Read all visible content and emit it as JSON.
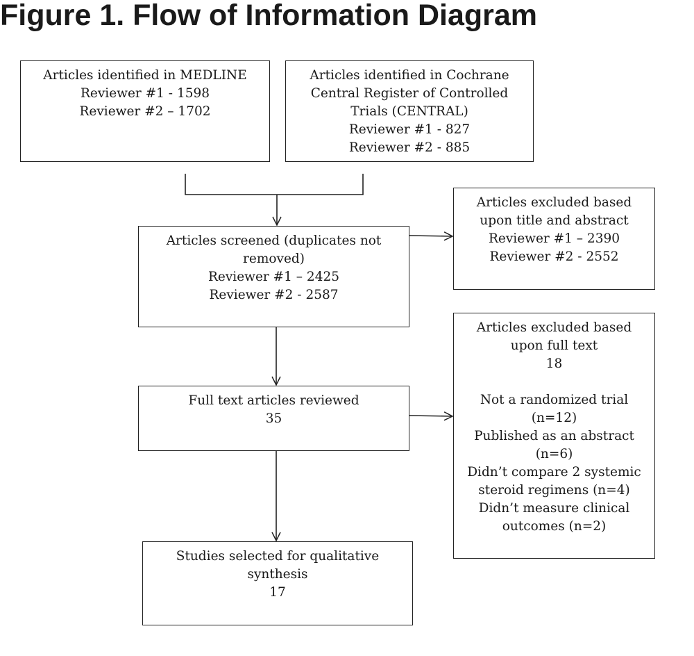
{
  "figure_title": "Figure 1. Flow of Information Diagram",
  "boxes": {
    "medline": {
      "lines": [
        "Articles identified in MEDLINE",
        "Reviewer #1 - 1598",
        "Reviewer #2 – 1702"
      ]
    },
    "central": {
      "lines": [
        "Articles identified in Cochrane",
        "Central Register of Controlled",
        "Trials (CENTRAL)",
        "Reviewer #1 - 827",
        "Reviewer #2 - 885"
      ]
    },
    "screened": {
      "lines": [
        "Articles screened (duplicates not",
        "removed)",
        "Reviewer #1 – 2425",
        "Reviewer #2 - 2587"
      ]
    },
    "excluded_title_abstract": {
      "lines": [
        "Articles excluded based",
        "upon title and abstract",
        "Reviewer #1 – 2390",
        "Reviewer #2 - 2552"
      ]
    },
    "full_text": {
      "lines": [
        "Full text articles reviewed",
        "35"
      ]
    },
    "excluded_full_text": {
      "header_lines": [
        "Articles excluded based",
        "upon full text",
        "18"
      ],
      "reason_lines": [
        "Not a randomized trial",
        "(n=12)",
        "Published as an abstract",
        "(n=6)",
        "Didn’t compare 2 systemic",
        "steroid regimens (n=4)",
        "Didn’t measure clinical",
        "outcomes (n=2)"
      ]
    },
    "selected": {
      "lines": [
        "Studies selected for qualitative",
        "synthesis",
        "17"
      ]
    }
  },
  "colors": {
    "stroke": "#222222",
    "text": "#1a1a1a",
    "background": "#ffffff"
  }
}
